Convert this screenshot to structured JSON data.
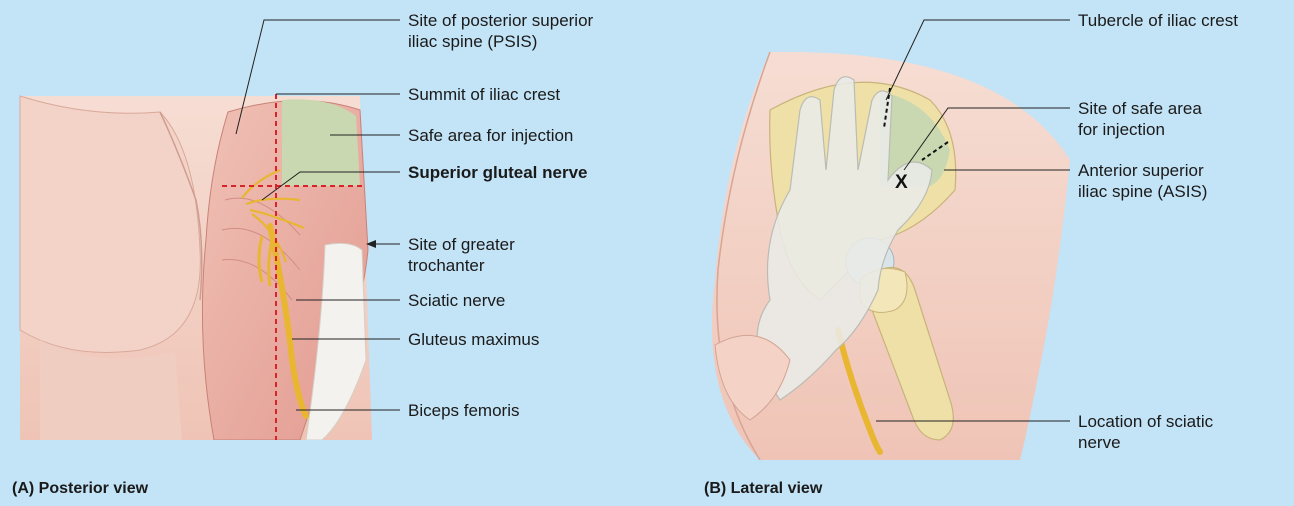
{
  "panel_a": {
    "caption": "(A) Posterior view",
    "labels": {
      "psis": "Site of posterior superior\niliac spine (PSIS)",
      "summit": "Summit of iliac crest",
      "safe_area": "Safe area for injection",
      "superior_gluteal_nerve": "Superior gluteal nerve",
      "greater_trochanter": "Site of greater\ntrochanter",
      "sciatic_nerve": "Sciatic nerve",
      "gluteus_maximus": "Gluteus maximus",
      "biceps_femoris": "Biceps femoris"
    }
  },
  "panel_b": {
    "caption": "(B) Lateral view",
    "x_mark": "X",
    "labels": {
      "tubercle": "Tubercle of iliac crest",
      "safe_site": "Site of safe area\nfor injection",
      "asis": "Anterior superior\niliac spine (ASIS)",
      "sciatic_location": "Location of sciatic\nnerve"
    }
  },
  "colors": {
    "background": "#c3e3f6",
    "skin": "#f4d2c6",
    "muscle": "#e7a9a0",
    "bone": "#efe0a8",
    "safe_area": "#c9d8b0",
    "nerve": "#e8b630",
    "guide_line": "#d9232a",
    "glove": "#e9ebe7"
  }
}
